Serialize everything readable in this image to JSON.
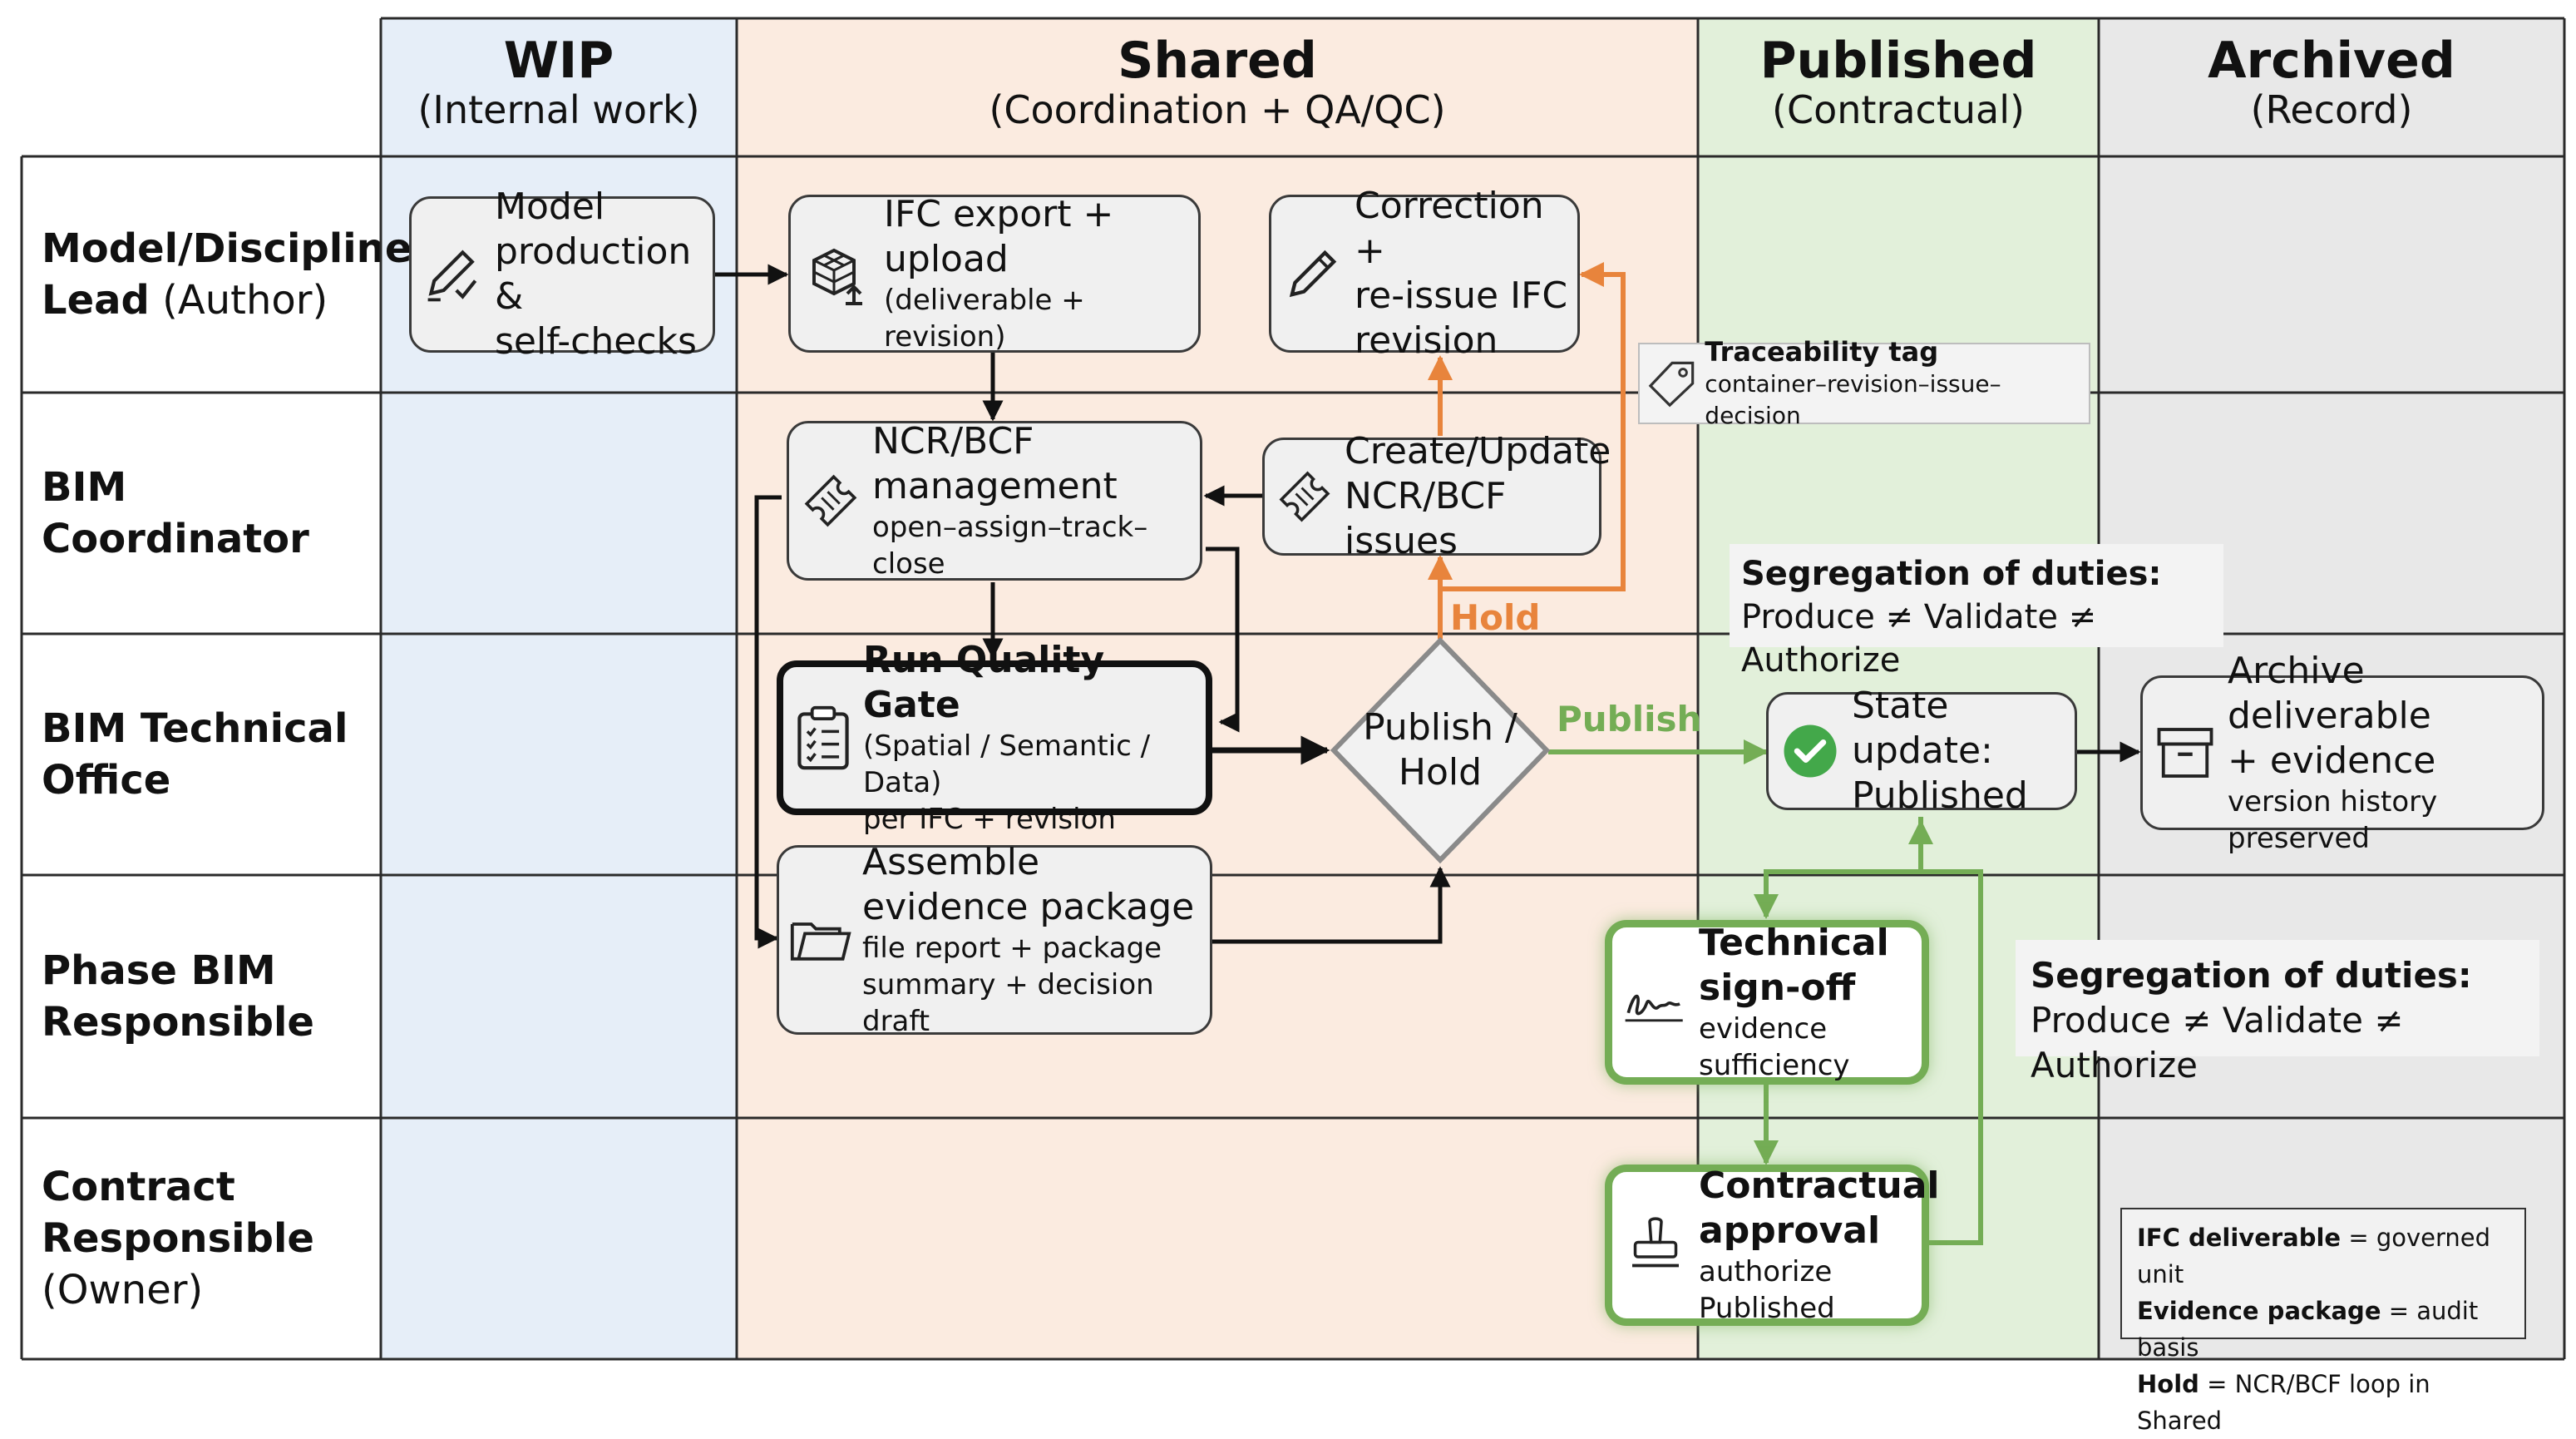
{
  "columns": [
    {
      "title": "WIP",
      "subtitle": "(Internal work)",
      "color": "#e6eef8"
    },
    {
      "title": "Shared",
      "subtitle": "(Coordination + QA/QC)",
      "color": "#fbebe0"
    },
    {
      "title": "Published",
      "subtitle": "(Contractual)",
      "color": "#e2f0da"
    },
    {
      "title": "Archived",
      "subtitle": "(Record)",
      "color": "#e8e8e8"
    }
  ],
  "lanes": [
    {
      "bold": "Model/Discipline",
      "bold2": "Lead",
      "normal": "(Author)"
    },
    {
      "bold": "BIM",
      "bold2": "Coordinator",
      "normal": ""
    },
    {
      "bold": "BIM Technical",
      "bold2": "Office",
      "normal": ""
    },
    {
      "bold": "Phase BIM",
      "bold2": "Responsible",
      "normal": ""
    },
    {
      "bold": "Contract",
      "bold2": "Responsible",
      "normal": "(Owner)"
    }
  ],
  "nodes": {
    "model_production": {
      "line1": "Model",
      "line2": "production &",
      "line3": "self-checks"
    },
    "ifc_export": {
      "line1": "IFC export +",
      "line2": "upload",
      "sub": "(deliverable + revision)"
    },
    "correction": {
      "line1": "Correction +",
      "line2": "re-issue IFC",
      "line3": "revision"
    },
    "ncr_management": {
      "line1": "NCR/BCF",
      "line2": "management",
      "sub": "open–assign–track–close"
    },
    "create_update": {
      "line1": "Create/Update",
      "line2": "NCR/BCF issues"
    },
    "quality_gate": {
      "title": "Run Quality Gate",
      "sub1": "(Spatial / Semantic / Data)",
      "sub2": "per IFC + revision"
    },
    "evidence_package": {
      "line1": "Assemble",
      "line2": "evidence package",
      "sub1": "file report + package",
      "sub2": "summary + decision draft"
    },
    "decision": {
      "line1": "Publish /",
      "line2": "Hold"
    },
    "state_update": {
      "line1": "State update:",
      "line2": "Published"
    },
    "archive": {
      "line1": "Archive deliverable",
      "line2": "+ evidence",
      "sub": "version history preserved"
    },
    "technical_signoff": {
      "line1": "Technical",
      "line2": "sign-off",
      "sub": "evidence sufficiency"
    },
    "contractual_approval": {
      "line1": "Contractual",
      "line2": "approval",
      "sub": "authorize Published"
    }
  },
  "edge_labels": {
    "hold": "Hold",
    "publish": "Publish"
  },
  "traceability": {
    "title": "Traceability tag",
    "sub": "container–revision–issue–decision"
  },
  "segregation": {
    "title": "Segregation of duties:",
    "text": "Produce ≠ Validate ≠ Authorize"
  },
  "legend": [
    {
      "term": "IFC deliverable",
      "def": " = governed unit"
    },
    {
      "term": "Evidence package",
      "def": " = audit basis"
    },
    {
      "term": "Hold",
      "def": " = NCR/BCF loop in Shared"
    }
  ],
  "icons": {
    "model_production": "pencil-check-icon",
    "ifc_export": "cube-upload-icon",
    "correction": "pencil-icon",
    "ncr_management": "ticket-icon",
    "create_update": "ticket-icon",
    "quality_gate": "clipboard-check-icon",
    "evidence_package": "folder-icon",
    "state_update": "check-circle-icon",
    "archive": "archive-box-icon",
    "technical_signoff": "signature-icon",
    "contractual_approval": "stamp-icon",
    "traceability": "tag-icon"
  },
  "colors": {
    "hold": "#e8843c",
    "publish": "#74ad55",
    "flow": "#111111",
    "green_border": "#74ad55"
  }
}
